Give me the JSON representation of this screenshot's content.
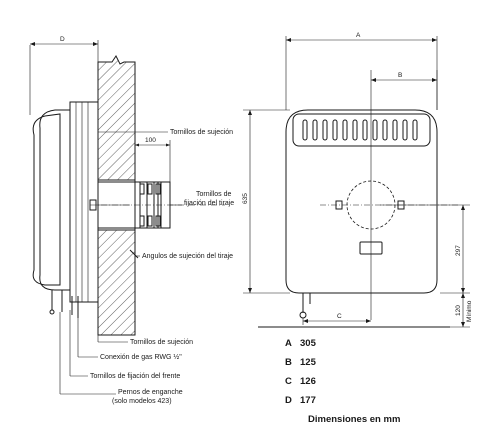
{
  "labels": {
    "tornillos_sujecion_top": "Tornillos de sujeción",
    "tornillos_fijacion_tiraje_1": "Tornillos de",
    "tornillos_fijacion_tiraje_2": "fijación del tiraje",
    "angulos_sujecion": "Angulos de sujeción del tiraje",
    "tornillos_sujecion_bottom": "Tornillos de sujeción",
    "conexion_gas": "Conexión de gas RWG ½\"",
    "tornillos_fijacion_frente": "Tornillos de fijación del frente",
    "pernos_1": "Pernos de enganche",
    "pernos_2": "(solo modelos 423)"
  },
  "dimension_letters": {
    "a": "A",
    "b": "B",
    "c": "C",
    "d": "D"
  },
  "dimension_values": {
    "d100": "100",
    "d635": "635",
    "d297": "297",
    "d120": "120",
    "minimo": "Mínimo"
  },
  "table": [
    {
      "letter": "A",
      "value": "305"
    },
    {
      "letter": "B",
      "value": "125"
    },
    {
      "letter": "C",
      "value": "126"
    },
    {
      "letter": "D",
      "value": "177"
    }
  ],
  "caption": "Dimensiones en mm"
}
